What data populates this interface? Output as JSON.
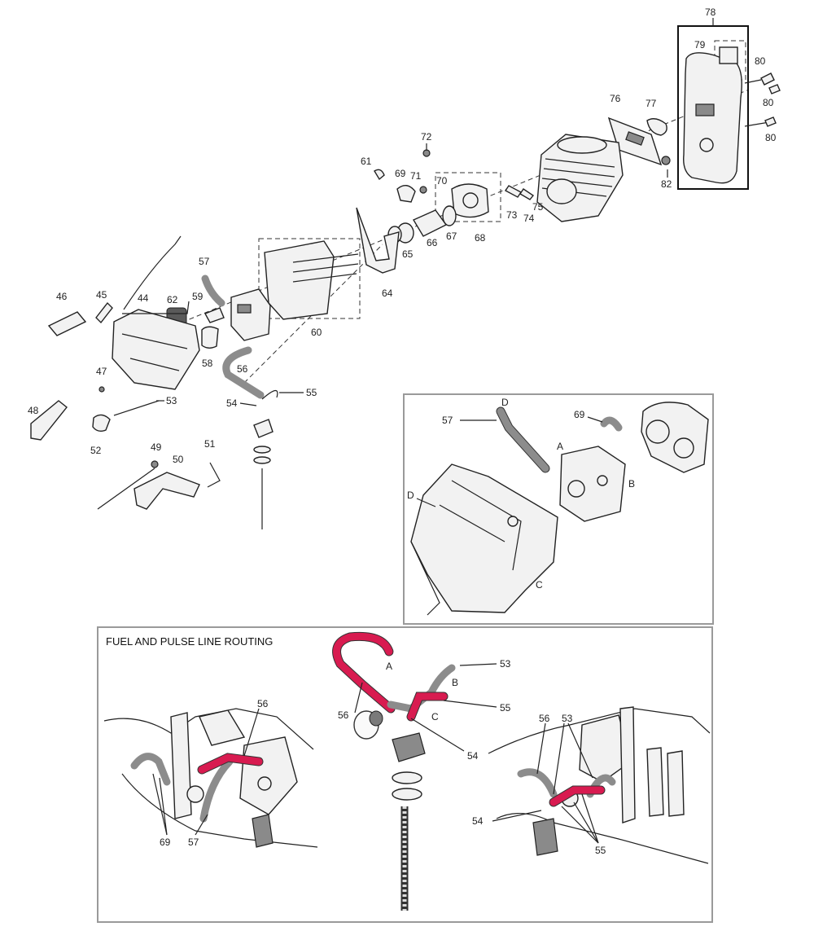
{
  "routing_title": "FUEL AND PULSE LINE ROUTING",
  "colors": {
    "fuel_line": "#d81b50",
    "pulse_line": "#8c8c8c",
    "panel_border": "#9a9a9a"
  },
  "main_parts": [
    {
      "id": "p44",
      "label": "44"
    },
    {
      "id": "p45",
      "label": "45"
    },
    {
      "id": "p46",
      "label": "46"
    },
    {
      "id": "p47",
      "label": "47"
    },
    {
      "id": "p48",
      "label": "48"
    },
    {
      "id": "p49",
      "label": "49"
    },
    {
      "id": "p50",
      "label": "50"
    },
    {
      "id": "p51",
      "label": "51"
    },
    {
      "id": "p52",
      "label": "52"
    },
    {
      "id": "p53",
      "label": "53"
    },
    {
      "id": "p54",
      "label": "54"
    },
    {
      "id": "p55",
      "label": "55"
    },
    {
      "id": "p56",
      "label": "56"
    },
    {
      "id": "p57",
      "label": "57"
    },
    {
      "id": "p58",
      "label": "58"
    },
    {
      "id": "p59",
      "label": "59"
    },
    {
      "id": "p60",
      "label": "60"
    },
    {
      "id": "p61",
      "label": "61"
    },
    {
      "id": "p62",
      "label": "62"
    },
    {
      "id": "p64",
      "label": "64"
    },
    {
      "id": "p65",
      "label": "65"
    },
    {
      "id": "p66",
      "label": "66"
    },
    {
      "id": "p67",
      "label": "67"
    },
    {
      "id": "p68",
      "label": "68"
    },
    {
      "id": "p69",
      "label": "69"
    },
    {
      "id": "p70",
      "label": "70"
    },
    {
      "id": "p71",
      "label": "71"
    },
    {
      "id": "p72",
      "label": "72"
    },
    {
      "id": "p73",
      "label": "73"
    },
    {
      "id": "p74",
      "label": "74"
    },
    {
      "id": "p75",
      "label": "75"
    },
    {
      "id": "p76",
      "label": "76"
    },
    {
      "id": "p77",
      "label": "77"
    },
    {
      "id": "p78",
      "label": "78"
    },
    {
      "id": "p79",
      "label": "79"
    },
    {
      "id": "p80a",
      "label": "80"
    },
    {
      "id": "p80b",
      "label": "80"
    },
    {
      "id": "p80c",
      "label": "80"
    },
    {
      "id": "p82",
      "label": "82"
    }
  ],
  "detail_parts": [
    {
      "id": "d57",
      "label": "57"
    },
    {
      "id": "d69",
      "label": "69"
    },
    {
      "id": "dD1",
      "label": "D"
    },
    {
      "id": "dD2",
      "label": "D"
    },
    {
      "id": "dA",
      "label": "A"
    },
    {
      "id": "dB",
      "label": "B"
    },
    {
      "id": "dC",
      "label": "C"
    }
  ],
  "routing_parts": [
    {
      "id": "rA",
      "label": "A"
    },
    {
      "id": "rB",
      "label": "B"
    },
    {
      "id": "rC",
      "label": "C"
    },
    {
      "id": "r53a",
      "label": "53"
    },
    {
      "id": "r55a",
      "label": "55"
    },
    {
      "id": "r56a",
      "label": "56"
    },
    {
      "id": "r54a",
      "label": "54"
    },
    {
      "id": "r56b",
      "label": "56"
    },
    {
      "id": "r69",
      "label": "69"
    },
    {
      "id": "r57",
      "label": "57"
    },
    {
      "id": "r56c",
      "label": "56"
    },
    {
      "id": "r53b",
      "label": "53"
    },
    {
      "id": "r54b",
      "label": "54"
    },
    {
      "id": "r55b",
      "label": "55"
    }
  ]
}
